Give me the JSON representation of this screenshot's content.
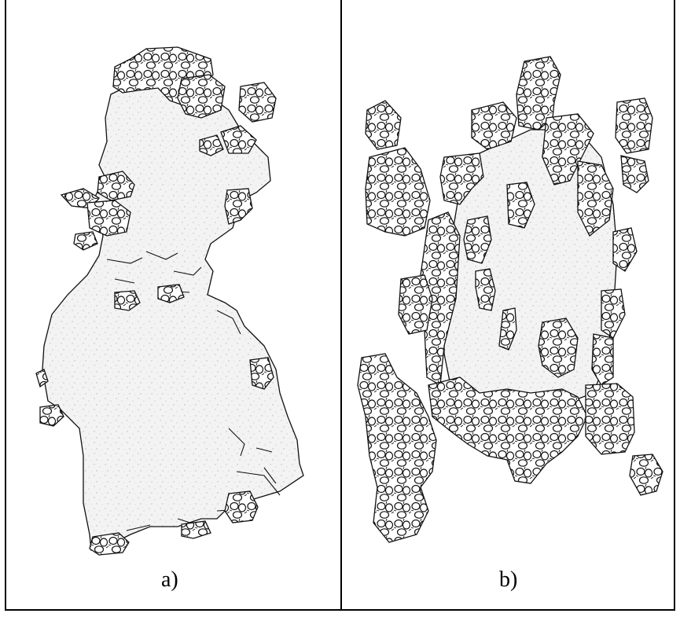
{
  "panels": [
    {
      "id": "a",
      "label": "a)"
    },
    {
      "id": "b",
      "label": "b)"
    }
  ],
  "colors": {
    "stroke": "#111111",
    "fill_region": "#f0f0f0",
    "speckle": "#b5b5b5",
    "background": "#ffffff"
  },
  "icons": [
    "aggregate-cluster",
    "binder-matrix-region"
  ]
}
